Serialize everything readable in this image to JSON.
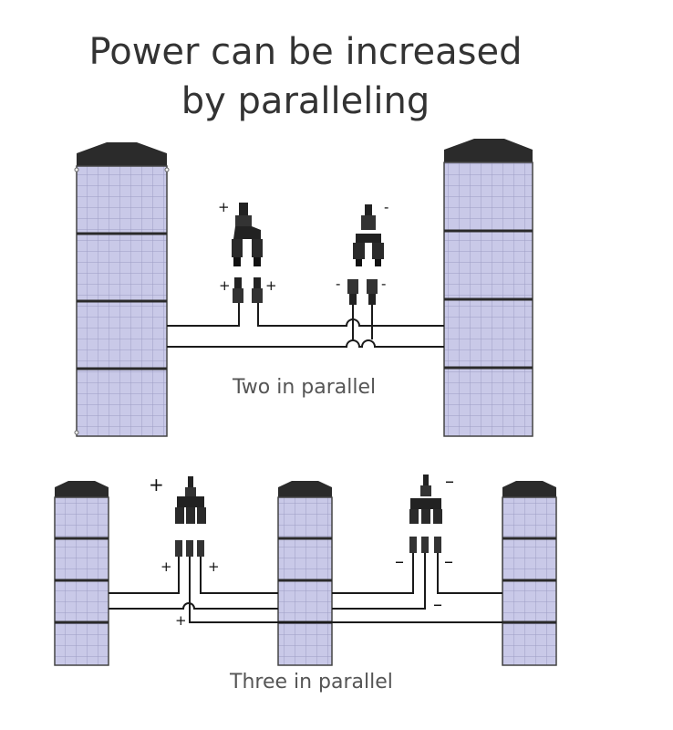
{
  "title": {
    "line1": "Power can be increased",
    "line2": "by paralleling"
  },
  "diagrams": {
    "two": {
      "caption": "Two in parallel"
    },
    "three": {
      "caption": "Three in parallel"
    }
  },
  "signs": {
    "plus": "+",
    "minus": "-",
    "minus_long": "–"
  },
  "colors": {
    "panel_cell": "#c8c8e6",
    "panel_grid": "#9a9ac0",
    "panel_divider": "#2a2a2a",
    "panel_cap": "#2b2b2b",
    "wire": "#1a1a1a"
  }
}
